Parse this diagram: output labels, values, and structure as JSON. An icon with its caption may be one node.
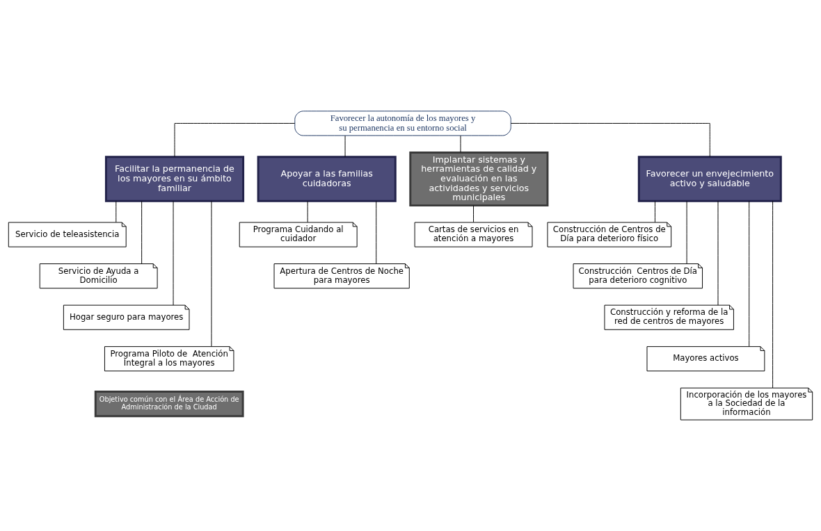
{
  "diagram": {
    "nodes": [
      {
        "text": [
          "Favorecer la autonomía de los mayores y su permanencia en su entorno social"
        ]
      },
      {
        "text": [
          "Facilitar la permanencia de los mayores en su ámbito familiar"
        ]
      },
      {
        "text": [
          "Apoyar a las familias cuidadoras"
        ]
      },
      {
        "text": [
          "Implantar sistemas y herramientas de calidad y evaluación en las actividades y servicios municipales"
        ]
      },
      {
        "text": [
          "Favorecer un envejecimiento activo y saludable"
        ]
      },
      {
        "text": [
          "Servicio de teleasistencia"
        ]
      },
      {
        "text": [
          "Servicio de Ayuda a Domicilio"
        ]
      },
      {
        "text": [
          "Hogar seguro para mayores"
        ]
      },
      {
        "text": [
          "Programa Piloto de  Atención Integral a los mayores"
        ]
      },
      {
        "text": [
          "Programa Cuidando al cuidador"
        ]
      },
      {
        "text": [
          "Apertura de Centros de Noche para mayores"
        ]
      },
      {
        "text": [
          "Cartas de servicios en atención a mayores"
        ]
      },
      {
        "text": [
          "Construcción de Centros de Día para deterioro físico"
        ]
      },
      {
        "text": [
          "Construcción  Centros de Día para deterioro cognitivo"
        ]
      },
      {
        "text": [
          "Construcción y reforma de la red de centros de mayores"
        ]
      },
      {
        "text": [
          "Mayores activos"
        ]
      },
      {
        "text": [
          "Incorporación de los mayores a la Sociedad de la información"
        ]
      }
    ],
    "edges": [
      {
        "from": 0,
        "to": 1,
        "arrow": "none"
      },
      {
        "from": 0,
        "to": 2,
        "arrow": "none"
      },
      {
        "from": 0,
        "to": 3,
        "arrow": "none"
      },
      {
        "from": 0,
        "to": 4,
        "arrow": "none"
      },
      {
        "from": 1,
        "to": 5,
        "arrow": "none"
      },
      {
        "from": 1,
        "to": 6,
        "arrow": "none"
      },
      {
        "from": 1,
        "to": 7,
        "arrow": "none"
      },
      {
        "from": 1,
        "to": 8,
        "arrow": "none"
      },
      {
        "from": 2,
        "to": 9,
        "arrow": "none"
      },
      {
        "from": 2,
        "to": 10,
        "arrow": "none"
      },
      {
        "from": 3,
        "to": 11,
        "arrow": "none"
      },
      {
        "from": 4,
        "to": 12,
        "arrow": "none"
      },
      {
        "from": 4,
        "to": 13,
        "arrow": "none"
      },
      {
        "from": 4,
        "to": 14,
        "arrow": "none"
      },
      {
        "from": 4,
        "to": 15,
        "arrow": "none"
      },
      {
        "from": 4,
        "to": 16,
        "arrow": "none"
      }
    ],
    "legend": [
      {
        "text": "Objetivo común con el Área de Acción de Administración de la Ciudad",
        "color": "#6e6e6e"
      }
    ]
  }
}
